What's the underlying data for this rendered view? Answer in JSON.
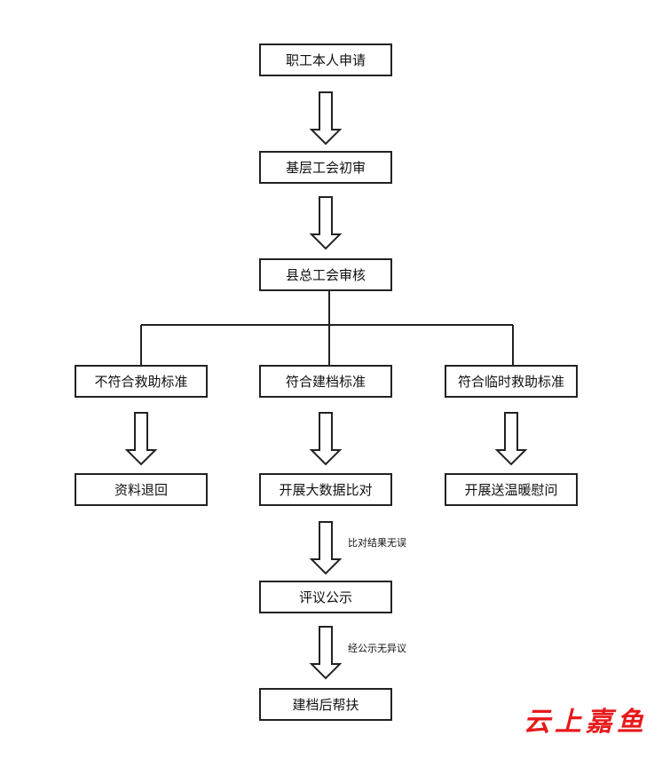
{
  "nodes": {
    "apply": "职工本人申请",
    "grassroots_review": "基层工会初审",
    "county_review": "县总工会审核",
    "not_qualified": "不符合救助标准",
    "qualified_archive": "符合建档标准",
    "qualified_temporary": "符合临时救助标准",
    "return_materials": "资料退回",
    "data_comparison": "开展大数据比对",
    "condolence": "开展送温暖慰问",
    "public_review": "评议公示",
    "archive_support": "建档后帮扶"
  },
  "edge_labels": {
    "comparison_ok": "比对结果无误",
    "no_objection": "经公示无异议"
  },
  "watermark": "云上嘉鱼",
  "colors": {
    "stroke": "#222222",
    "watermark": "#e8191b"
  }
}
